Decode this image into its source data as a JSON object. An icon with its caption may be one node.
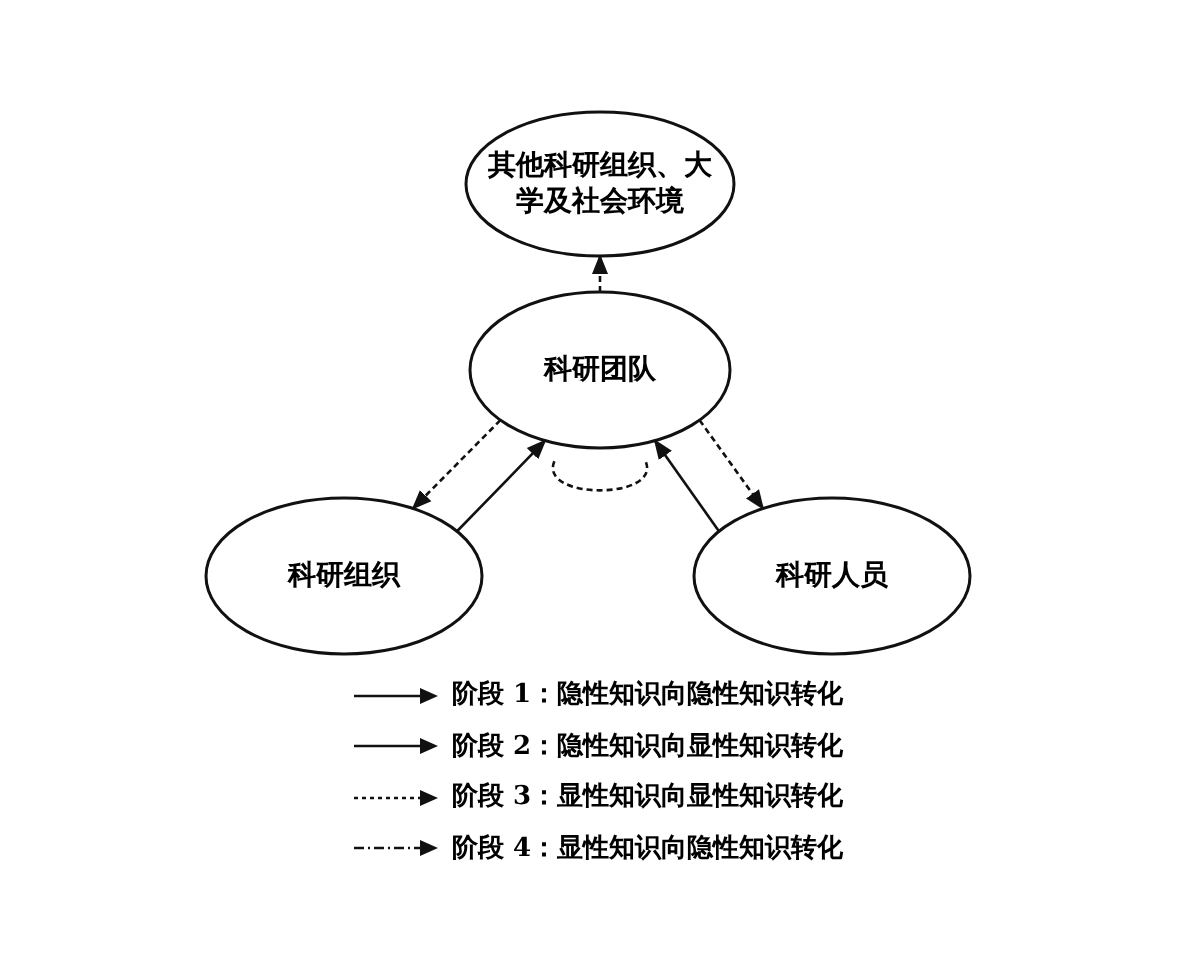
{
  "diagram": {
    "nodes": [
      {
        "text": [
          "其他科研组织、大学及社会环境"
        ]
      },
      {
        "text": [
          "科研团队"
        ]
      },
      {
        "text": [
          "科研组织"
        ]
      },
      {
        "text": [
          "科研人员"
        ]
      }
    ],
    "edges": [
      {
        "from": 1,
        "to": 0,
        "arrow": "to",
        "style": "dashed"
      },
      {
        "from": 1,
        "to": 2,
        "arrow": "to",
        "style": "dashed"
      },
      {
        "from": 2,
        "to": 1,
        "arrow": "to"
      },
      {
        "from": 3,
        "to": 1,
        "arrow": "to"
      },
      {
        "from": 1,
        "to": 3,
        "arrow": "to",
        "style": "dashed"
      },
      {
        "from": 1,
        "to": 1,
        "arrow": "none",
        "style": "dashed"
      }
    ],
    "legend": [
      {
        "text": "阶段 1：隐性知识向隐性知识转化"
      },
      {
        "text": "阶段 2：隐性知识向显性知识转化"
      },
      {
        "text": "阶段 3：显性知识向显性知识转化"
      },
      {
        "text": "阶段 4：显性知识向隐性知识转化"
      }
    ]
  }
}
